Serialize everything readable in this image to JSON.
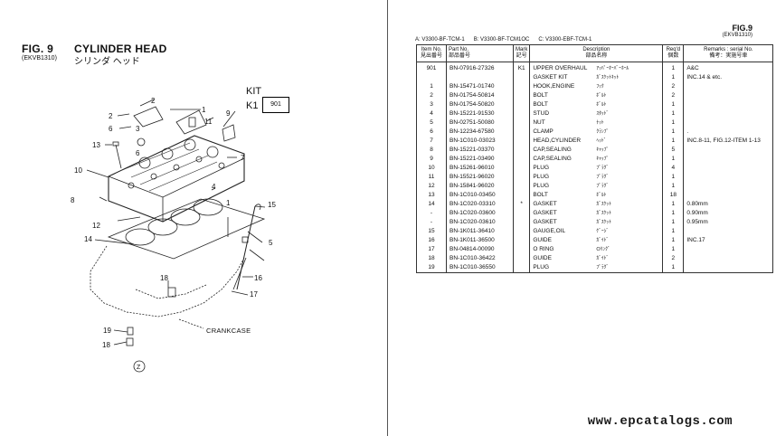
{
  "figure": {
    "label": "FIG. 9",
    "title": "CYLINDER HEAD",
    "code": "(EKVB1310)",
    "title_jp": "シリンダ ヘッド",
    "kit_label": "KIT",
    "kit_k1": "K1",
    "kit_number": "901",
    "crankcase_label": "CRANKCASE",
    "callouts": [
      "1",
      "2",
      "2",
      "3",
      "4",
      "5",
      "6",
      "6",
      "7",
      "8",
      "9",
      "10",
      "11",
      "12",
      "13",
      "14",
      "15",
      "16",
      "17",
      "18",
      "18",
      "19",
      "1"
    ]
  },
  "header": {
    "fig_label": "FIG.9",
    "fig_code": "(EKVB1310)",
    "models": [
      "A: V3300-BF-TCM-1",
      "B: V3300-BF-TCM1OC",
      "C: V3300-EBF-TCM-1"
    ]
  },
  "table": {
    "columns": [
      {
        "en": "Item No.",
        "jp": "見出番号"
      },
      {
        "en": "Part No.",
        "jp": "部品番号"
      },
      {
        "en": "Mark",
        "jp": "記号"
      },
      {
        "en": "Description",
        "jp": "部品名称"
      },
      {
        "en": "Req'd",
        "jp": "個数"
      },
      {
        "en": "Remarks : serial No.",
        "jp": "備考：実施号車"
      }
    ],
    "rows": [
      {
        "item": "901",
        "part": "BN-07916-27326",
        "mark": "K1",
        "desc": "UPPER OVERHAUL",
        "desc_jp": "ｱｯﾊﾟｰｵｰﾊﾞｰﾎｰﾙ",
        "qty": "1",
        "remarks": "A&C"
      },
      {
        "item": "",
        "part": "",
        "mark": "",
        "desc": "GASKET KIT",
        "desc_jp": "ｶﾞｽｹｯﾄｷｯﾄ",
        "qty": "1",
        "remarks": "INC.14 & etc."
      },
      {
        "item": "1",
        "part": "BN-15471-01740",
        "mark": "",
        "desc": "HOOK,ENGINE",
        "desc_jp": "ﾌｯｸ",
        "qty": "2",
        "remarks": ""
      },
      {
        "item": "2",
        "part": "BN-01754-50814",
        "mark": "",
        "desc": "BOLT",
        "desc_jp": "ﾎﾞﾙﾄ",
        "qty": "2",
        "remarks": ""
      },
      {
        "item": "3",
        "part": "BN-01754-50820",
        "mark": "",
        "desc": "BOLT",
        "desc_jp": "ﾎﾞﾙﾄ",
        "qty": "1",
        "remarks": ""
      },
      {
        "item": "4",
        "part": "BN-15221-91530",
        "mark": "",
        "desc": "STUD",
        "desc_jp": "ｽﾀｯﾄﾞ",
        "qty": "1",
        "remarks": ""
      },
      {
        "item": "5",
        "part": "BN-02751-50080",
        "mark": "",
        "desc": "NUT",
        "desc_jp": "ﾅｯﾄ",
        "qty": "1",
        "remarks": ""
      },
      {
        "item": "6",
        "part": "BN-12234-67580",
        "mark": "",
        "desc": "CLAMP",
        "desc_jp": "ｸﾗﾝﾌﾟ",
        "qty": "1",
        "remarks": "."
      },
      {
        "item": "7",
        "part": "BN-1C010-03023",
        "mark": "",
        "desc": "HEAD,CYLINDER",
        "desc_jp": "ﾍｯﾄﾞ",
        "qty": "1",
        "remarks": "INC.8-11, FIG.12-ITEM 1-13"
      },
      {
        "item": "8",
        "part": "BN-15221-03370",
        "mark": "",
        "desc": "CAP,SEALING",
        "desc_jp": "ｷｬｯﾌﾟ",
        "qty": "5",
        "remarks": ""
      },
      {
        "item": "9",
        "part": "BN-15221-03490",
        "mark": "",
        "desc": "CAP,SEALING",
        "desc_jp": "ｷｬｯﾌﾟ",
        "qty": "1",
        "remarks": ""
      },
      {
        "item": "10",
        "part": "BN-15261-96010",
        "mark": "",
        "desc": "PLUG",
        "desc_jp": "ﾌﾟﾗｸﾞ",
        "qty": "4",
        "remarks": ""
      },
      {
        "item": "11",
        "part": "BN-15521-96020",
        "mark": "",
        "desc": "PLUG",
        "desc_jp": "ﾌﾟﾗｸﾞ",
        "qty": "1",
        "remarks": ""
      },
      {
        "item": "12",
        "part": "BN-15841-96020",
        "mark": "",
        "desc": "PLUG",
        "desc_jp": "ﾌﾟﾗｸﾞ",
        "qty": "1",
        "remarks": ""
      },
      {
        "item": "13",
        "part": "BN-1C010-03450",
        "mark": "",
        "desc": "BOLT",
        "desc_jp": "ﾎﾞﾙﾄ",
        "qty": "18",
        "remarks": ""
      },
      {
        "item": "14",
        "part": "BN-1C020-03310",
        "mark": "*",
        "desc": "GASKET",
        "desc_jp": "ｶﾞｽｹｯﾄ",
        "qty": "1",
        "remarks": "0.80mm"
      },
      {
        "item": "-",
        "part": "BN-1C020-03600",
        "mark": "",
        "desc": "GASKET",
        "desc_jp": "ｶﾞｽｹｯﾄ",
        "qty": "1",
        "remarks": "0.90mm"
      },
      {
        "item": "-",
        "part": "BN-1C020-03610",
        "mark": "",
        "desc": "GASKET",
        "desc_jp": "ｶﾞｽｹｯﾄ",
        "qty": "1",
        "remarks": "0.95mm"
      },
      {
        "item": "15",
        "part": "BN-1K011-36410",
        "mark": "",
        "desc": "GAUGE,OIL",
        "desc_jp": "ｹﾞｰｼﾞ",
        "qty": "1",
        "remarks": ""
      },
      {
        "item": "16",
        "part": "BN-1K011-36500",
        "mark": "",
        "desc": "GUIDE",
        "desc_jp": "ｶﾞｲﾄﾞ",
        "qty": "1",
        "remarks": "INC.17"
      },
      {
        "item": "17",
        "part": "BN-04814-00090",
        "mark": "",
        "desc": "O RING",
        "desc_jp": "Oﾘﾝｸﾞ",
        "qty": "1",
        "remarks": ""
      },
      {
        "item": "18",
        "part": "BN-1C010-36422",
        "mark": "",
        "desc": "GUIDE",
        "desc_jp": "ｶﾞｲﾄﾞ",
        "qty": "2",
        "remarks": ""
      },
      {
        "item": "19",
        "part": "BN-1C010-36550",
        "mark": "",
        "desc": "PLUG",
        "desc_jp": "ﾌﾟﾗｸﾞ",
        "qty": "1",
        "remarks": ""
      }
    ]
  },
  "watermark": "www.epcatalogs.com"
}
